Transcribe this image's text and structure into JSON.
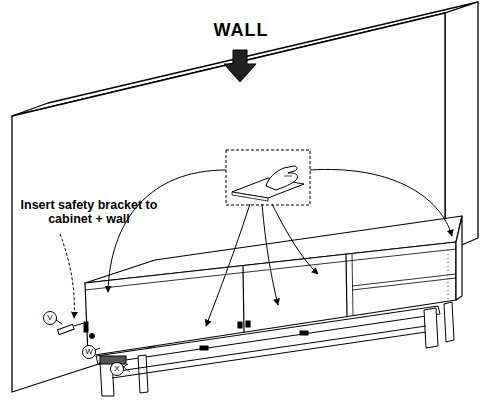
{
  "diagram": {
    "labels": [
      "WALL",
      "Insert safety bracket to cabinet + wall",
      "V",
      "W",
      "X"
    ]
  }
}
